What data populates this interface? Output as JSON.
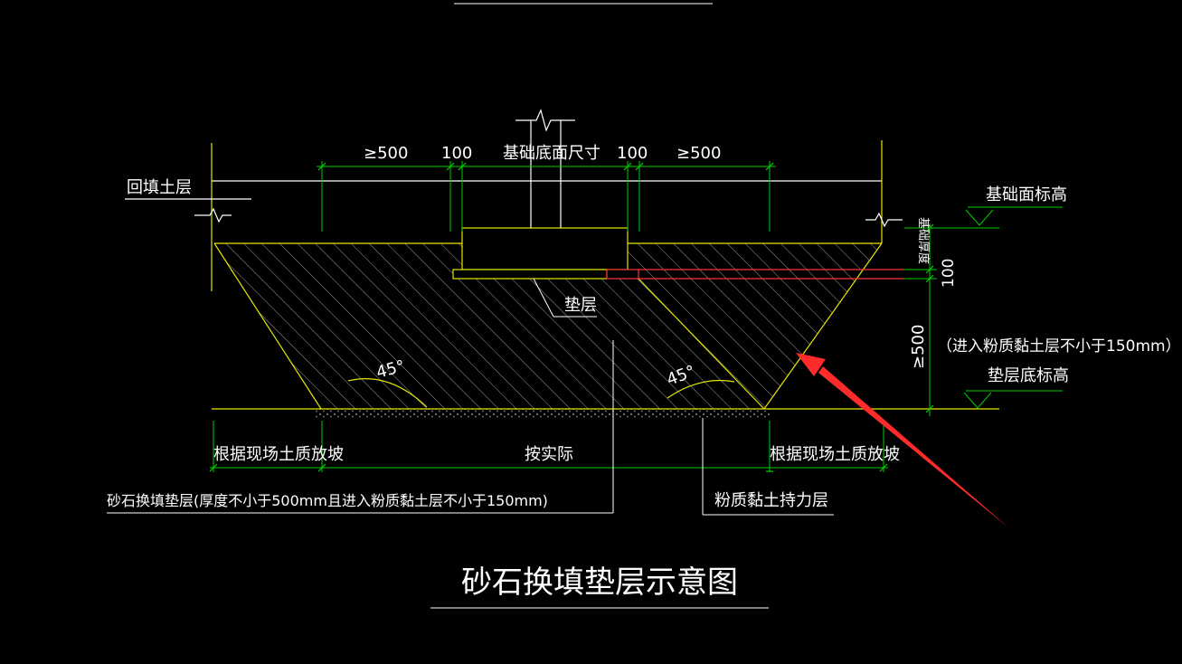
{
  "title": "砂石换填垫层示意图",
  "labels": {
    "backfill": "回填土层",
    "dim_left_500": "≥500",
    "dim_left_100": "100",
    "dim_center": "基础底面尺寸",
    "dim_right_100": "100",
    "dim_right_500": "≥500",
    "foundation_top_elev": "基础面标高",
    "foundation_thickness": "基础厚度",
    "cushion_100": "100",
    "depth_500": "≥500",
    "depth_note": "（进入粉质黏土层不小于150mm）",
    "cushion_bottom_elev": "垫层底标高",
    "cushion": "垫层",
    "angle_left": "45°",
    "angle_right": "45°",
    "slope_left": "根据现场土质放坡",
    "actual": "按实际",
    "slope_right": "根据现场土质放坡",
    "gravel_layer": "砂石换填垫层(厚度不小于500mm且进入粉质黏土层不小于150mm)",
    "bearing_layer": "粉质黏土持力层"
  },
  "colors": {
    "background": "#000000",
    "drawing": "#ffffff",
    "outline": "#e6e600",
    "dimension": "#00d000",
    "hatch": "#9a9a9a",
    "section": "#ff3333",
    "arrow": "#ff2a2a"
  }
}
